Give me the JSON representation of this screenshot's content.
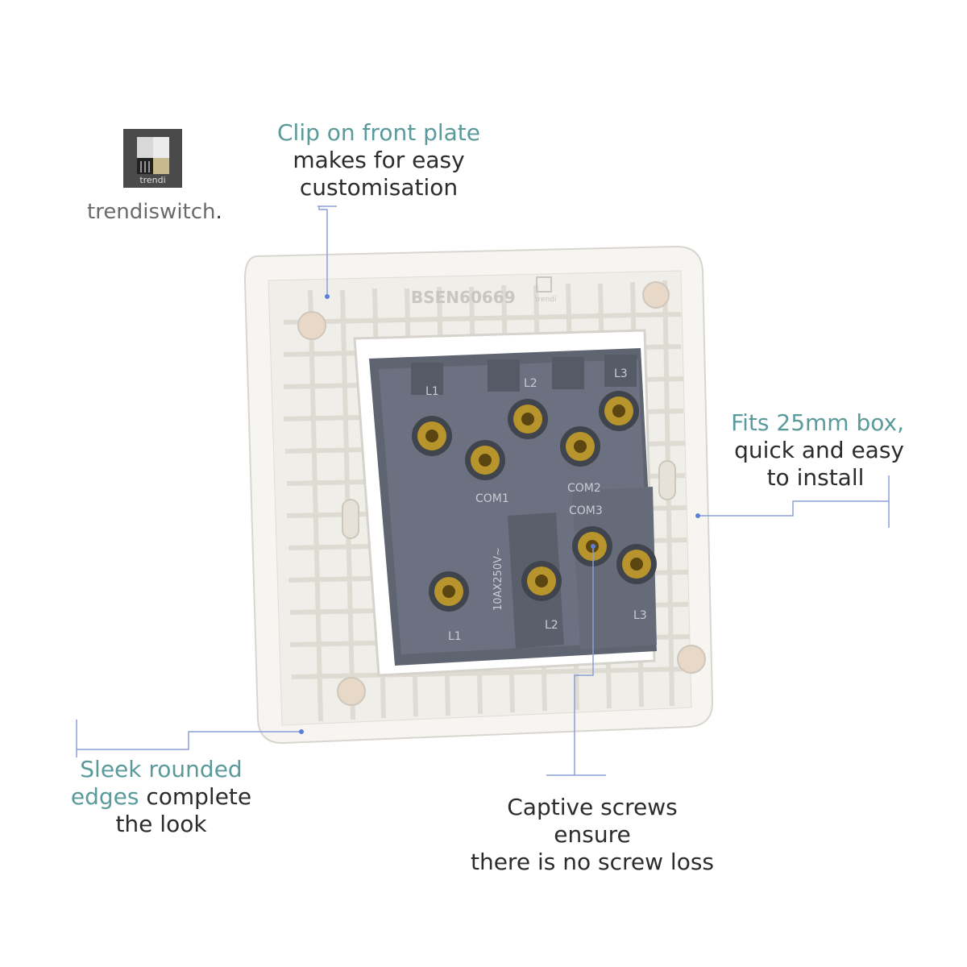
{
  "brand": {
    "logo_caption": "trendi",
    "name": "trendiswitch",
    "suffix": "."
  },
  "product": {
    "plate_marking": "BSEN60669",
    "plate_logo_caption": "trendi",
    "terminals": {
      "top": [
        "L1",
        "L2",
        "L3"
      ],
      "common": [
        "COM1",
        "COM2",
        "COM3"
      ],
      "bottom": [
        "L1",
        "L2",
        "L3"
      ],
      "rating": "10AX250V~"
    }
  },
  "callouts": {
    "clip": {
      "highlight": "Clip on front plate",
      "line2": "makes for easy",
      "line3": "customisation"
    },
    "box": {
      "highlight": "Fits 25mm box,",
      "line2": "quick and easy",
      "line3": "to install"
    },
    "edges": {
      "highlight1": "Sleek rounded",
      "highlight2": "edges",
      "rest2": " complete",
      "line3": "the look"
    },
    "screws": {
      "line1": "Captive screws ensure",
      "line2": "there is no screw loss"
    }
  },
  "colors": {
    "accent": "#5a9a9b",
    "line": "#8a9fd6",
    "plate": "#f6f5f2",
    "module": "#5f6570",
    "brass": "#b8952c"
  }
}
